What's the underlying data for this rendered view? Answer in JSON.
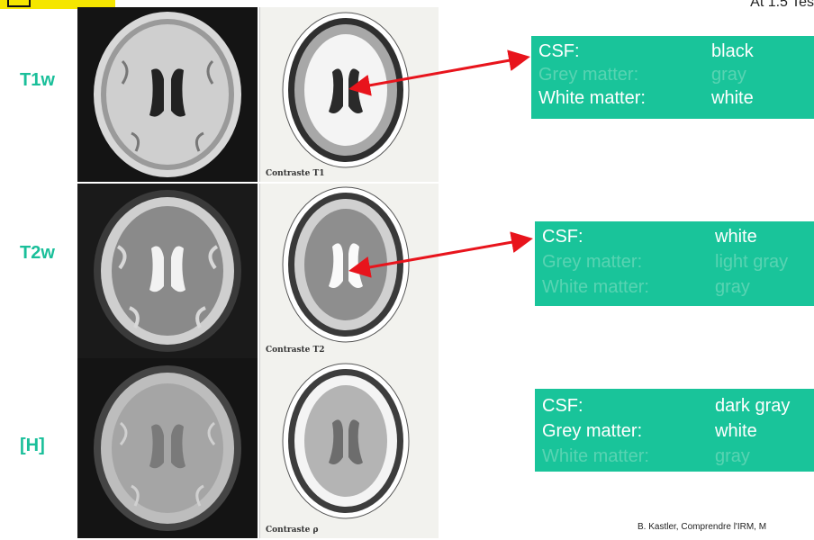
{
  "header": {
    "field_strength": "At 1.5 Tes"
  },
  "rows": [
    {
      "label": "T1w",
      "caption": "Contraste T1",
      "items": [
        {
          "tissue": "CSF:",
          "value": "black",
          "faded": false
        },
        {
          "tissue": "Grey matter:",
          "value": "gray",
          "faded": true
        },
        {
          "tissue": "White matter:",
          "value": "white",
          "faded": false
        }
      ]
    },
    {
      "label": "T2w",
      "caption": "Contraste T2",
      "items": [
        {
          "tissue": "CSF:",
          "value": "white",
          "faded": false
        },
        {
          "tissue": "Grey matter:",
          "value": "light gray",
          "faded": true
        },
        {
          "tissue": "White matter:",
          "value": "gray",
          "faded": true
        }
      ]
    },
    {
      "label": "[H]",
      "caption": "Contraste ρ",
      "items": [
        {
          "tissue": "CSF:",
          "value": "dark gray",
          "faded": false
        },
        {
          "tissue": "Grey matter:",
          "value": "white",
          "faded": false
        },
        {
          "tissue": "White matter:",
          "value": "gray",
          "faded": true
        }
      ]
    }
  ],
  "credit": "B. Kastler, Comprendre l'IRM, M",
  "colors": {
    "accent": "#19c49a",
    "label": "#1abf9a",
    "arrow": "#e8141c",
    "logo": "#f5e600"
  }
}
